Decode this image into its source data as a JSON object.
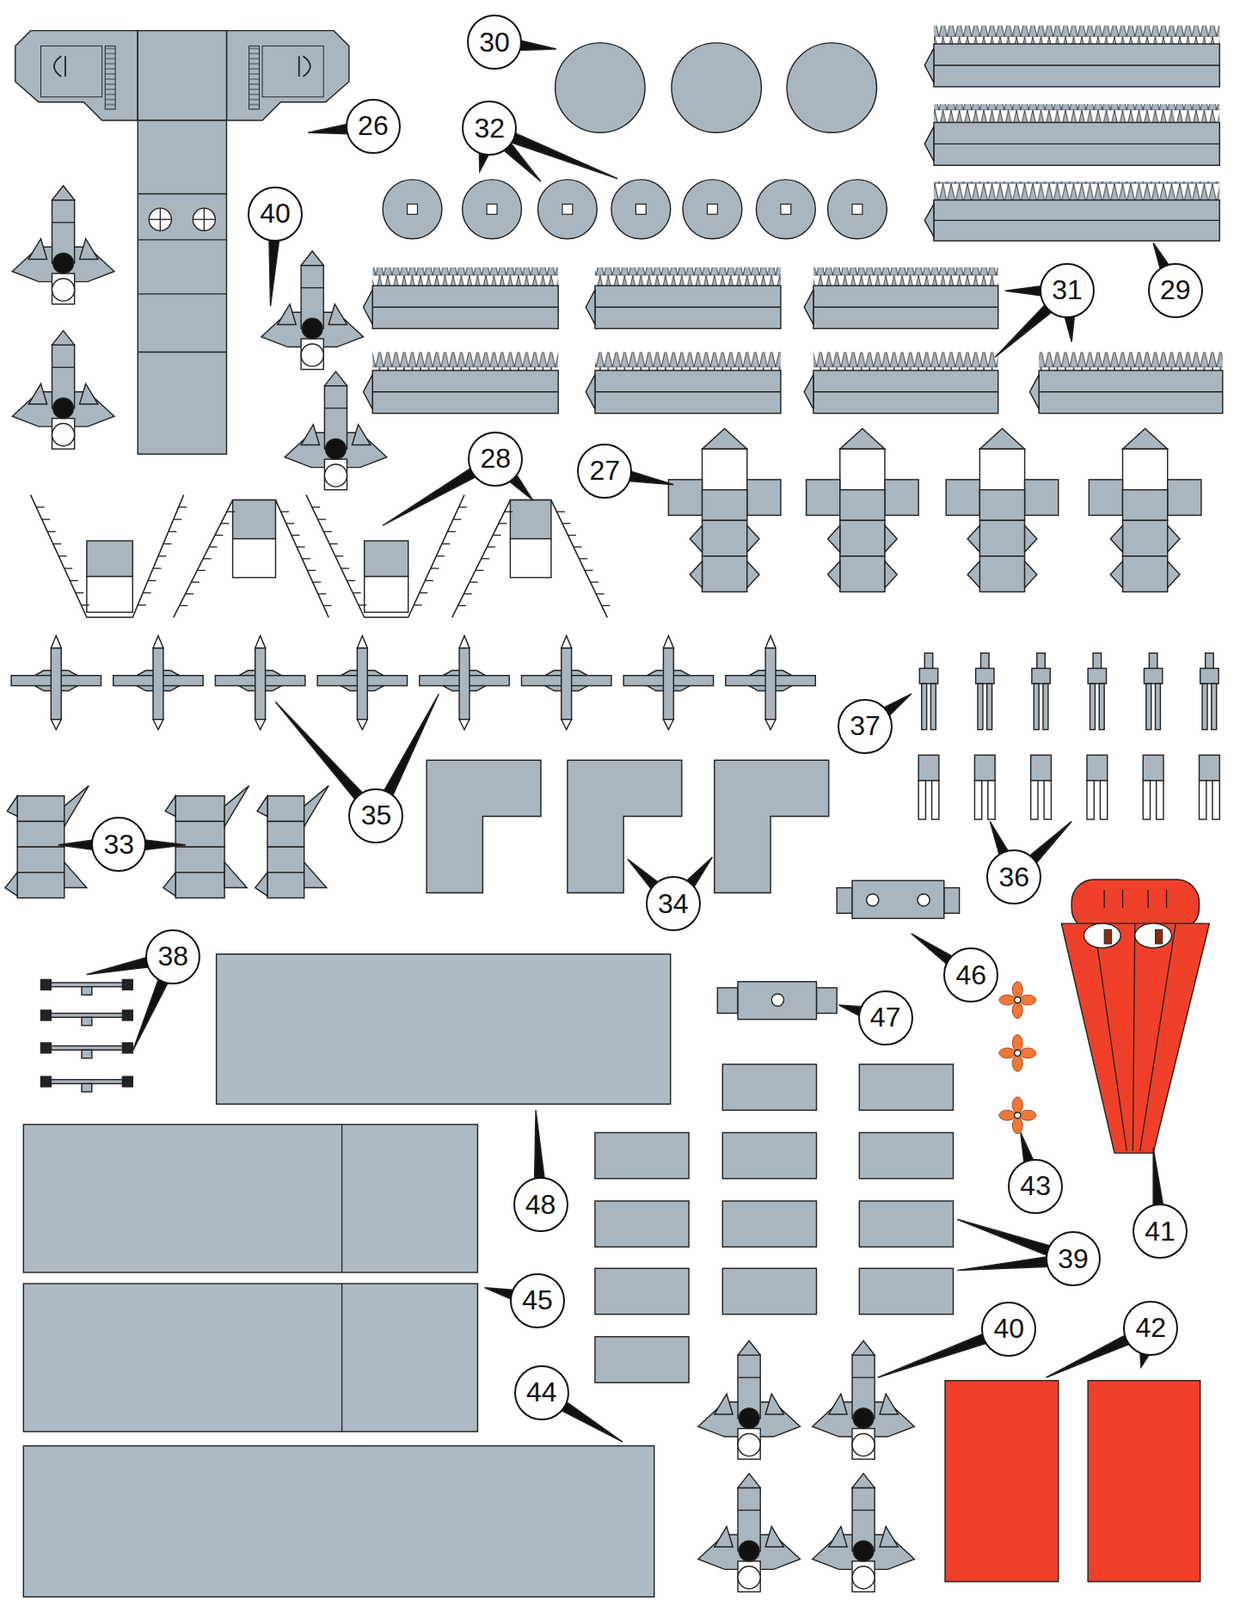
{
  "diagram": {
    "labels": [
      "30",
      "32",
      "26",
      "40",
      "29",
      "31",
      "28",
      "27",
      "37",
      "35",
      "33",
      "34",
      "36",
      "46",
      "38",
      "47",
      "43",
      "41",
      "48",
      "39",
      "45",
      "44",
      "40",
      "42"
    ]
  }
}
